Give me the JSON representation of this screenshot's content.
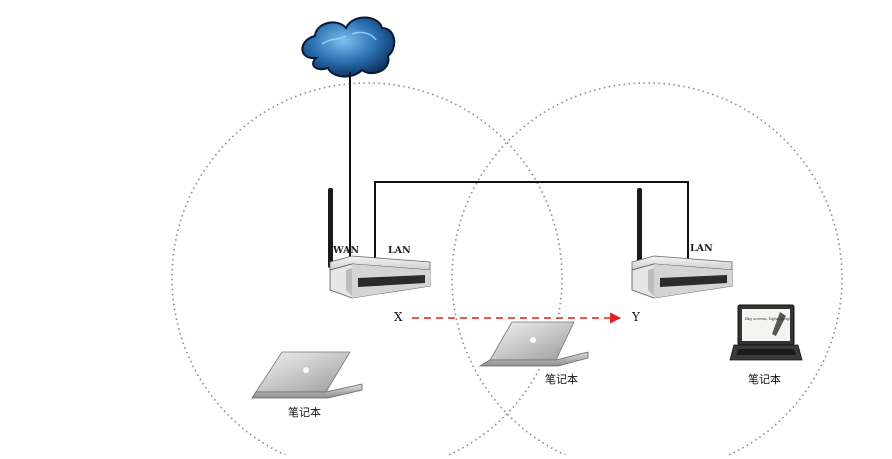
{
  "router_left": {
    "wan_label": "WAN",
    "lan_label": "LAN"
  },
  "router_right": {
    "lan_label": "LAN"
  },
  "roaming": {
    "start_label": "X",
    "end_label": "Y"
  },
  "laptops": [
    {
      "label": "笔记本"
    },
    {
      "label": "笔记本"
    },
    {
      "label": "笔记本",
      "screen_text": "Big screen, light weight"
    }
  ],
  "icons": {
    "internet": "cloud-icon",
    "router": "wireless-router-icon",
    "laptop": "laptop-icon"
  },
  "colors": {
    "cloud": "#2a6fb0",
    "coverage_ring": "#8a8a8a",
    "wire": "#111111",
    "roaming_arrow": "#e02020"
  }
}
